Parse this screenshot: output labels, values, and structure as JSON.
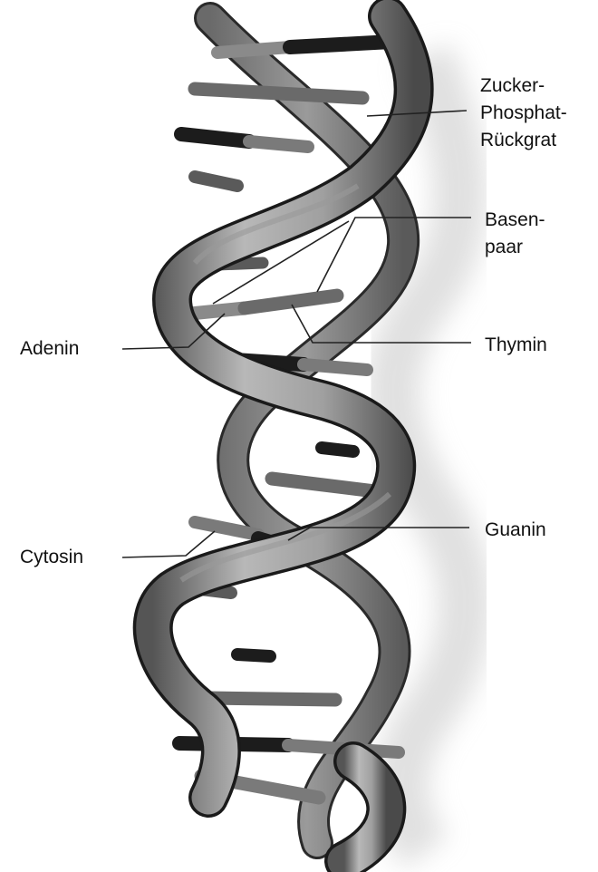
{
  "labels": {
    "backbone": [
      "Zucker-",
      "Phosphat-",
      "Rückgrat"
    ],
    "base_pair": [
      "Basen-",
      "paar"
    ],
    "adenine": "Adenin",
    "thymine": "Thymin",
    "cytosine": "Cytosin",
    "guanine": "Guanin"
  },
  "colors": {
    "strand_light": "#b4b4b4",
    "strand_mid": "#8c8c8c",
    "strand_dark": "#4a4a4a",
    "strand_outline": "#1a1a1a",
    "base_dark": "#1c1c1c",
    "base_mid": "#5a5a5a",
    "base_light": "#8a8a8a",
    "shadow": "#d0d0d0",
    "leader_line": "#222222",
    "text": "#111111"
  }
}
